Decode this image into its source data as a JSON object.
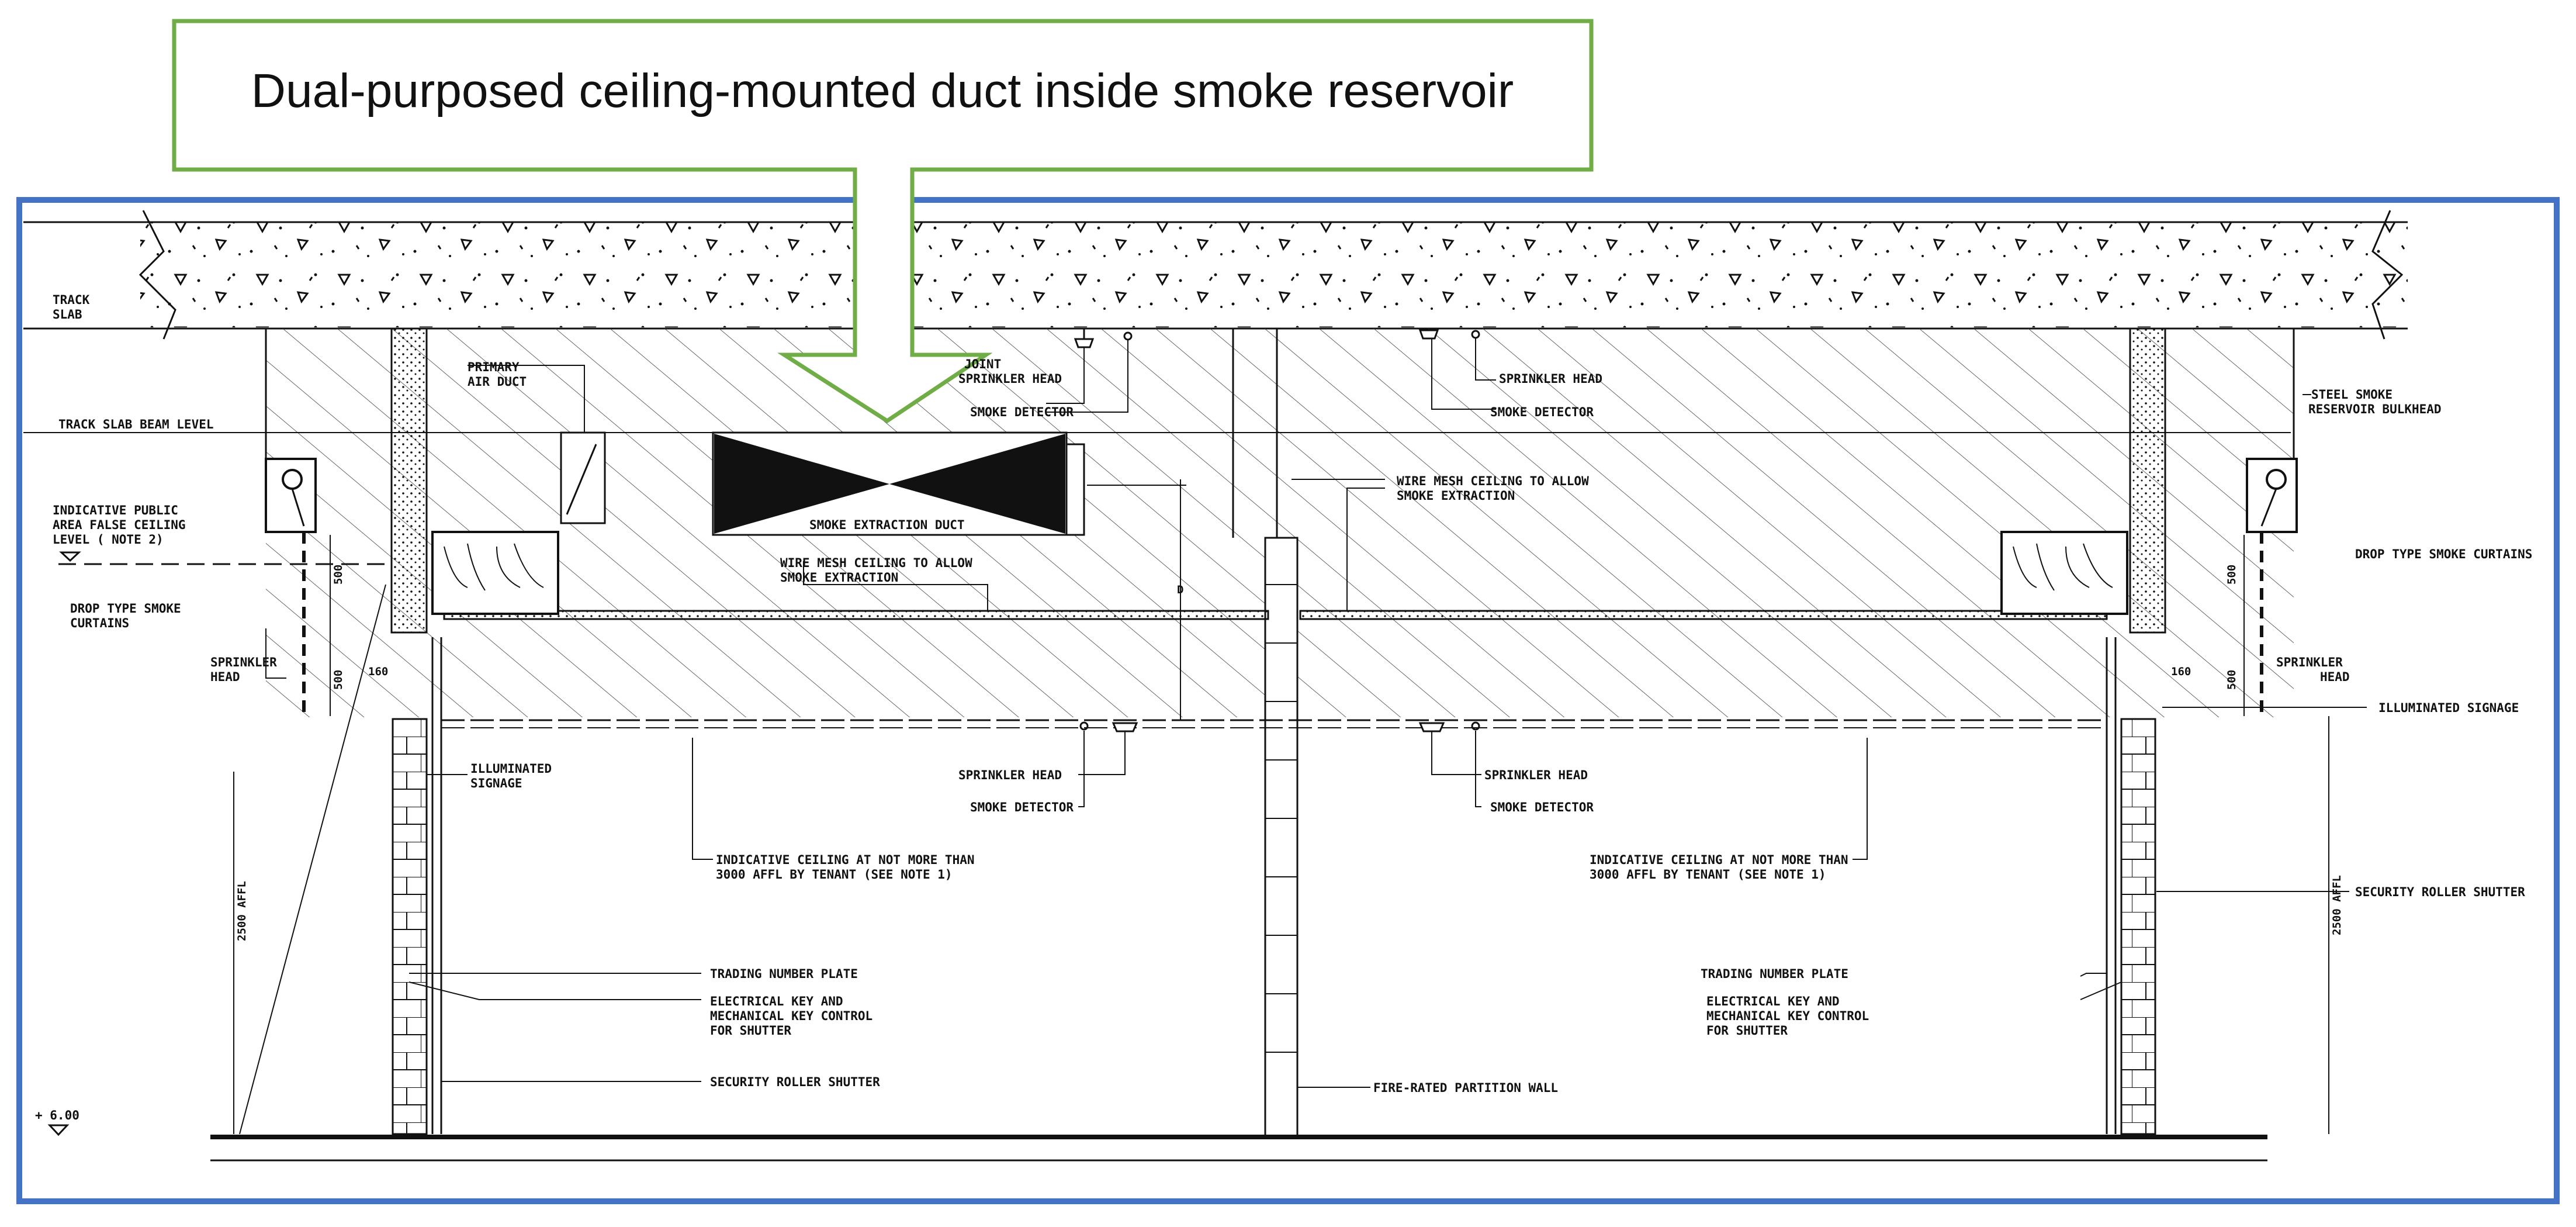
{
  "callout": {
    "text": "Dual-purposed ceiling-mounted duct inside smoke reservoir",
    "border_color": "#70ad47"
  },
  "frame": {
    "border_color": "#4472c4"
  },
  "labels": {
    "track_slab_1": "TRACK",
    "track_slab_2": "SLAB",
    "track_slab_beam_level": "TRACK SLAB BEAM LEVEL",
    "public_ceiling_1": "INDICATIVE PUBLIC",
    "public_ceiling_2": "AREA FALSE CEILING",
    "public_ceiling_3": "LEVEL ( NOTE 2)",
    "drop_curtains_left_1": "DROP TYPE SMOKE",
    "drop_curtains_left_2": "CURTAINS",
    "sprinkler_head_left_1": "SPRINKLER",
    "sprinkler_head_left_2": "HEAD",
    "dim_500_a": "500",
    "dim_500_b": "500",
    "dim_160_left": "160",
    "primary_air_duct_1": "PRIMARY",
    "primary_air_duct_2": "AIR DUCT",
    "smoke_extraction_duct": "SMOKE EXTRACTION DUCT",
    "joint_sprinkler_1": "JOINT",
    "joint_sprinkler_2": "SPRINKLER HEAD",
    "smoke_detector_top_left": "SMOKE DETECTOR",
    "wire_mesh_left_1": "WIRE MESH CEILING TO ALLOW",
    "wire_mesh_left_2": "SMOKE EXTRACTION",
    "dim_d": "D",
    "wire_mesh_right_1": "WIRE MESH CEILING TO ALLOW",
    "wire_mesh_right_2": "SMOKE EXTRACTION",
    "sprinkler_head_top_right": "SPRINKLER HEAD",
    "smoke_detector_top_right": "SMOKE DETECTOR",
    "steel_bulkhead_1": "STEEL SMOKE",
    "steel_bulkhead_2": "RESERVOIR BULKHEAD",
    "drop_curtains_right": "DROP TYPE SMOKE CURTAINS",
    "dim_500_c": "500",
    "dim_500_d": "500",
    "dim_160_right": "160",
    "sprinkler_head_right_1": "SPRINKLER",
    "sprinkler_head_right_2": "HEAD",
    "illuminated_signage_right": "ILLUMINATED SIGNAGE",
    "illuminated_signage_left_1": "ILLUMINATED",
    "illuminated_signage_left_2": "SIGNAGE",
    "sprinkler_head_mid_left": "SPRINKLER HEAD",
    "smoke_detector_mid_left": "SMOKE DETECTOR",
    "sprinkler_head_mid_right": "SPRINKLER HEAD",
    "smoke_detector_mid_right": "SMOKE DETECTOR",
    "indicative_ceiling_left_1": "INDICATIVE CEILING AT NOT MORE THAN",
    "indicative_ceiling_left_2": "3000 AFFL BY TENANT (SEE NOTE 1)",
    "indicative_ceiling_right_1": "INDICATIVE CEILING AT NOT MORE THAN",
    "indicative_ceiling_right_2": "3000 AFFL BY TENANT (SEE NOTE 1)",
    "affl_left": "2500 AFFL",
    "affl_right": "2500 AFFL",
    "security_shutter_right": "SECURITY ROLLER SHUTTER",
    "trading_plate_left": "TRADING NUMBER PLATE",
    "electrical_key_left_1": "ELECTRICAL KEY AND",
    "electrical_key_left_2": "MECHANICAL KEY CONTROL",
    "electrical_key_left_3": "FOR SHUTTER",
    "trading_plate_right": "TRADING NUMBER PLATE",
    "electrical_key_right_1": "ELECTRICAL KEY AND",
    "electrical_key_right_2": "MECHANICAL KEY CONTROL",
    "electrical_key_right_3": "FOR SHUTTER",
    "security_shutter_left": "SECURITY ROLLER SHUTTER",
    "fire_rated_wall": "FIRE-RATED PARTITION WALL",
    "level_mark": "+ 6.00"
  }
}
